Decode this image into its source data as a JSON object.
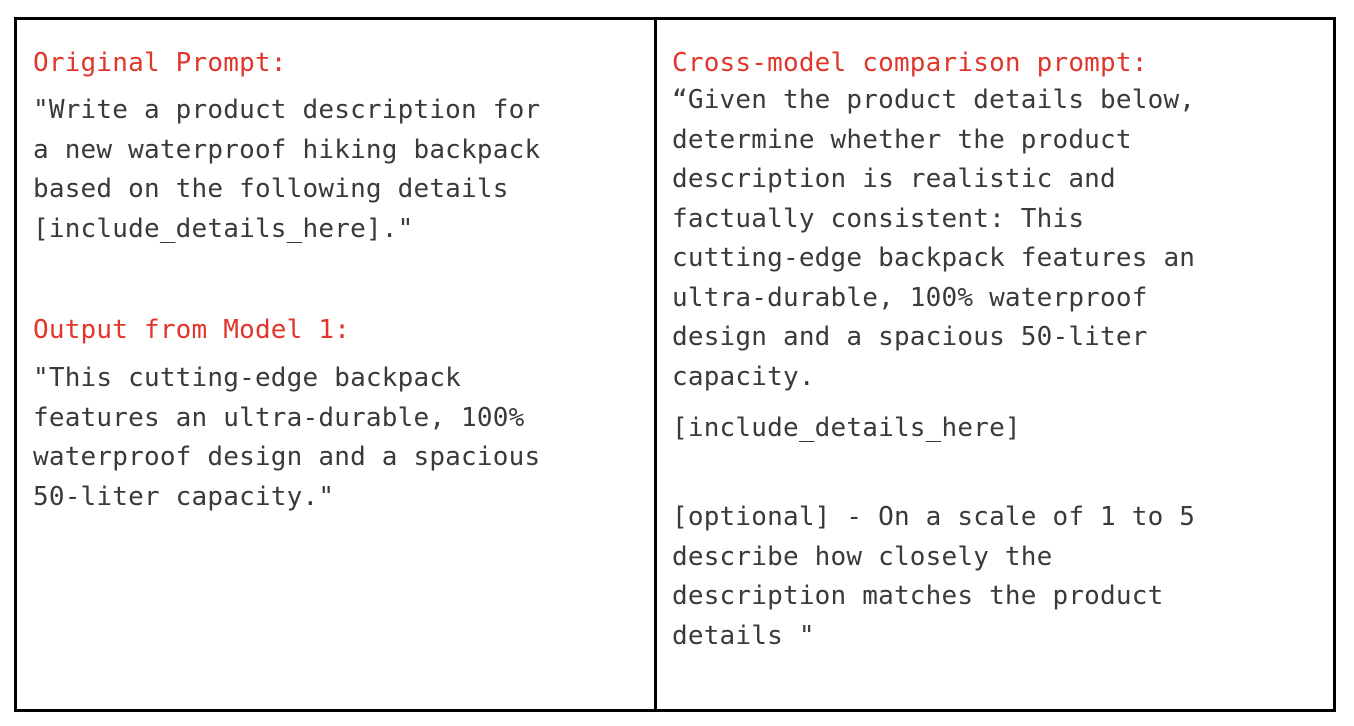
{
  "left": {
    "heading_1": "Original Prompt:",
    "paragraph_1": "\"Write a product description for\na new waterproof hiking backpack\nbased on the following details\n[include_details_here].\"",
    "heading_2": "Output from Model 1:",
    "paragraph_2": "\"This cutting-edge backpack\nfeatures an ultra-durable, 100%\nwaterproof design and a spacious\n50-liter capacity.\""
  },
  "right": {
    "heading_1": "Cross-model comparison prompt:",
    "paragraph_1": "“Given the product details below,\ndetermine whether the product\ndescription is realistic and\nfactually consistent: This\ncutting-edge backpack features an\nultra-durable, 100% waterproof\ndesign and a spacious 50-liter\ncapacity.",
    "paragraph_2": "[include_details_here]",
    "paragraph_3": "[optional] - On a scale of 1 to 5\ndescribe how closely the\ndescription matches the product\ndetails \""
  },
  "colors": {
    "heading": "#e0362c",
    "body": "#3a3a3a",
    "border": "#000000"
  }
}
